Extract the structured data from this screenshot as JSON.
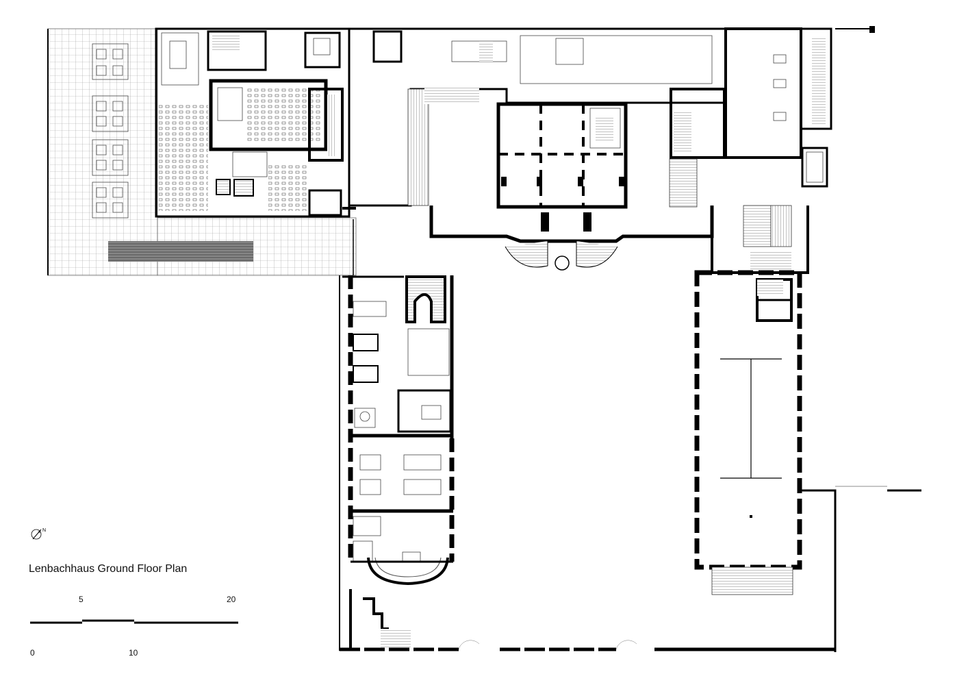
{
  "plan": {
    "title": "Lenbachhaus Ground Floor Plan",
    "north_arrow_icon": "north-arrow-icon"
  },
  "scale_bar": {
    "labels_top": [
      "5",
      "20"
    ],
    "labels_bottom": [
      "0",
      "10"
    ]
  },
  "colors": {
    "ink": "#000000",
    "paper": "#ffffff",
    "grid": "#9a9a9a",
    "hatch": "#6a6a6a"
  }
}
